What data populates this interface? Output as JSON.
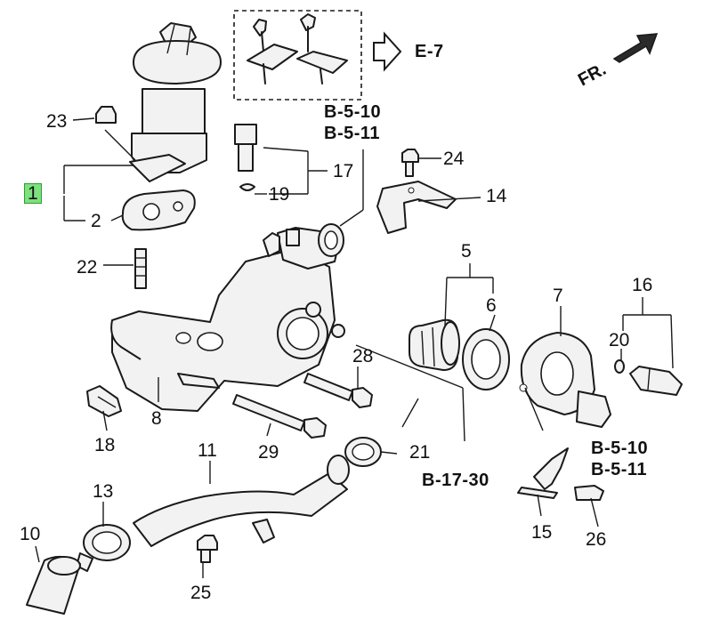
{
  "callouts": [
    {
      "id": "c1",
      "text": "1",
      "highlighted": true
    },
    {
      "id": "c2",
      "text": "2"
    },
    {
      "id": "c5",
      "text": "5"
    },
    {
      "id": "c6",
      "text": "6"
    },
    {
      "id": "c7",
      "text": "7"
    },
    {
      "id": "c8",
      "text": "8"
    },
    {
      "id": "c10",
      "text": "10"
    },
    {
      "id": "c11",
      "text": "11"
    },
    {
      "id": "c13",
      "text": "13"
    },
    {
      "id": "c14",
      "text": "14"
    },
    {
      "id": "c15",
      "text": "15"
    },
    {
      "id": "c16",
      "text": "16"
    },
    {
      "id": "c17",
      "text": "17"
    },
    {
      "id": "c18",
      "text": "18"
    },
    {
      "id": "c19",
      "text": "19"
    },
    {
      "id": "c20",
      "text": "20"
    },
    {
      "id": "c21",
      "text": "21"
    },
    {
      "id": "c22",
      "text": "22"
    },
    {
      "id": "c23",
      "text": "23"
    },
    {
      "id": "c24",
      "text": "24"
    },
    {
      "id": "c25",
      "text": "25"
    },
    {
      "id": "c26",
      "text": "26"
    },
    {
      "id": "c28",
      "text": "28"
    },
    {
      "id": "c29",
      "text": "29"
    }
  ],
  "references": {
    "e7": "E-7",
    "b510_top": "B-5-10",
    "b511_top": "B-5-11",
    "b510_right": "B-5-10",
    "b511_right": "B-5-11",
    "b1730": "B-17-30"
  },
  "direction": "FR.",
  "colors": {
    "highlight": "#7ee07e",
    "ink": "#1a1a1a"
  }
}
